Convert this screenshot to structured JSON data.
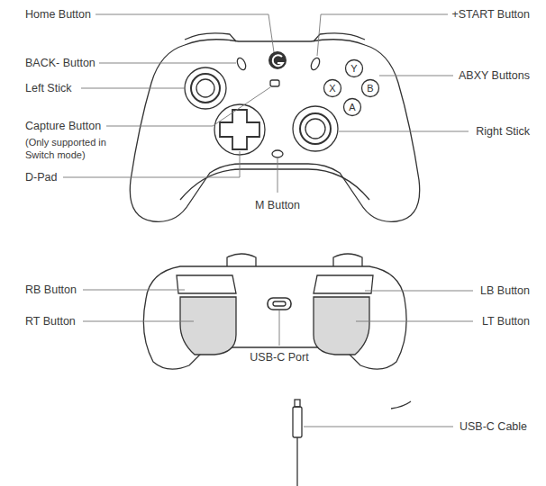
{
  "diagram": {
    "labels": [
      "Home Button",
      "+START Button",
      "BACK- Button",
      "ABXY Buttons",
      "Left Stick",
      "Y",
      "X",
      "B",
      "A",
      "Capture Button",
      "(Only supported in Switch mode)",
      "Right Stick",
      "D-Pad",
      "M Button",
      "RB Button",
      "LB Button",
      "RT Button",
      "LT Button",
      "USB-C Port",
      "USB-C Cable"
    ]
  }
}
